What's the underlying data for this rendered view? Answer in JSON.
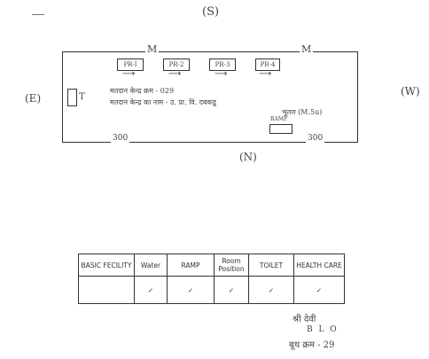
{
  "directions": {
    "north_top": "(S)",
    "west": "(E)",
    "east": "(W)",
    "south": "(N)"
  },
  "map": {
    "road_top_left": "M",
    "road_top_right": "M",
    "rooms": [
      "PR-I",
      "PR-2",
      "PR-3",
      "PR-4"
    ],
    "toilet_label": "T",
    "line1": "मतदान केन्द्र क्रम - 029",
    "line2": "मतदान केन्द्र का नाम - उ. प्रा. वि. दबकडू",
    "line3": "भूतल (M.5u)",
    "ramp_label": "RAMP",
    "bottom_left": "300",
    "bottom_right": "300"
  },
  "facility_table": {
    "headers": [
      "BASIC FECILITY",
      "Water",
      "RAMP",
      "Room Position",
      "TOILET",
      "HEALTH CARE"
    ],
    "row": [
      "",
      "✓",
      "✓",
      "✓",
      "✓",
      "✓"
    ]
  },
  "signature": {
    "name": "श्री देवी",
    "role": "B L O",
    "number": "बूथ क्रम - 29"
  }
}
